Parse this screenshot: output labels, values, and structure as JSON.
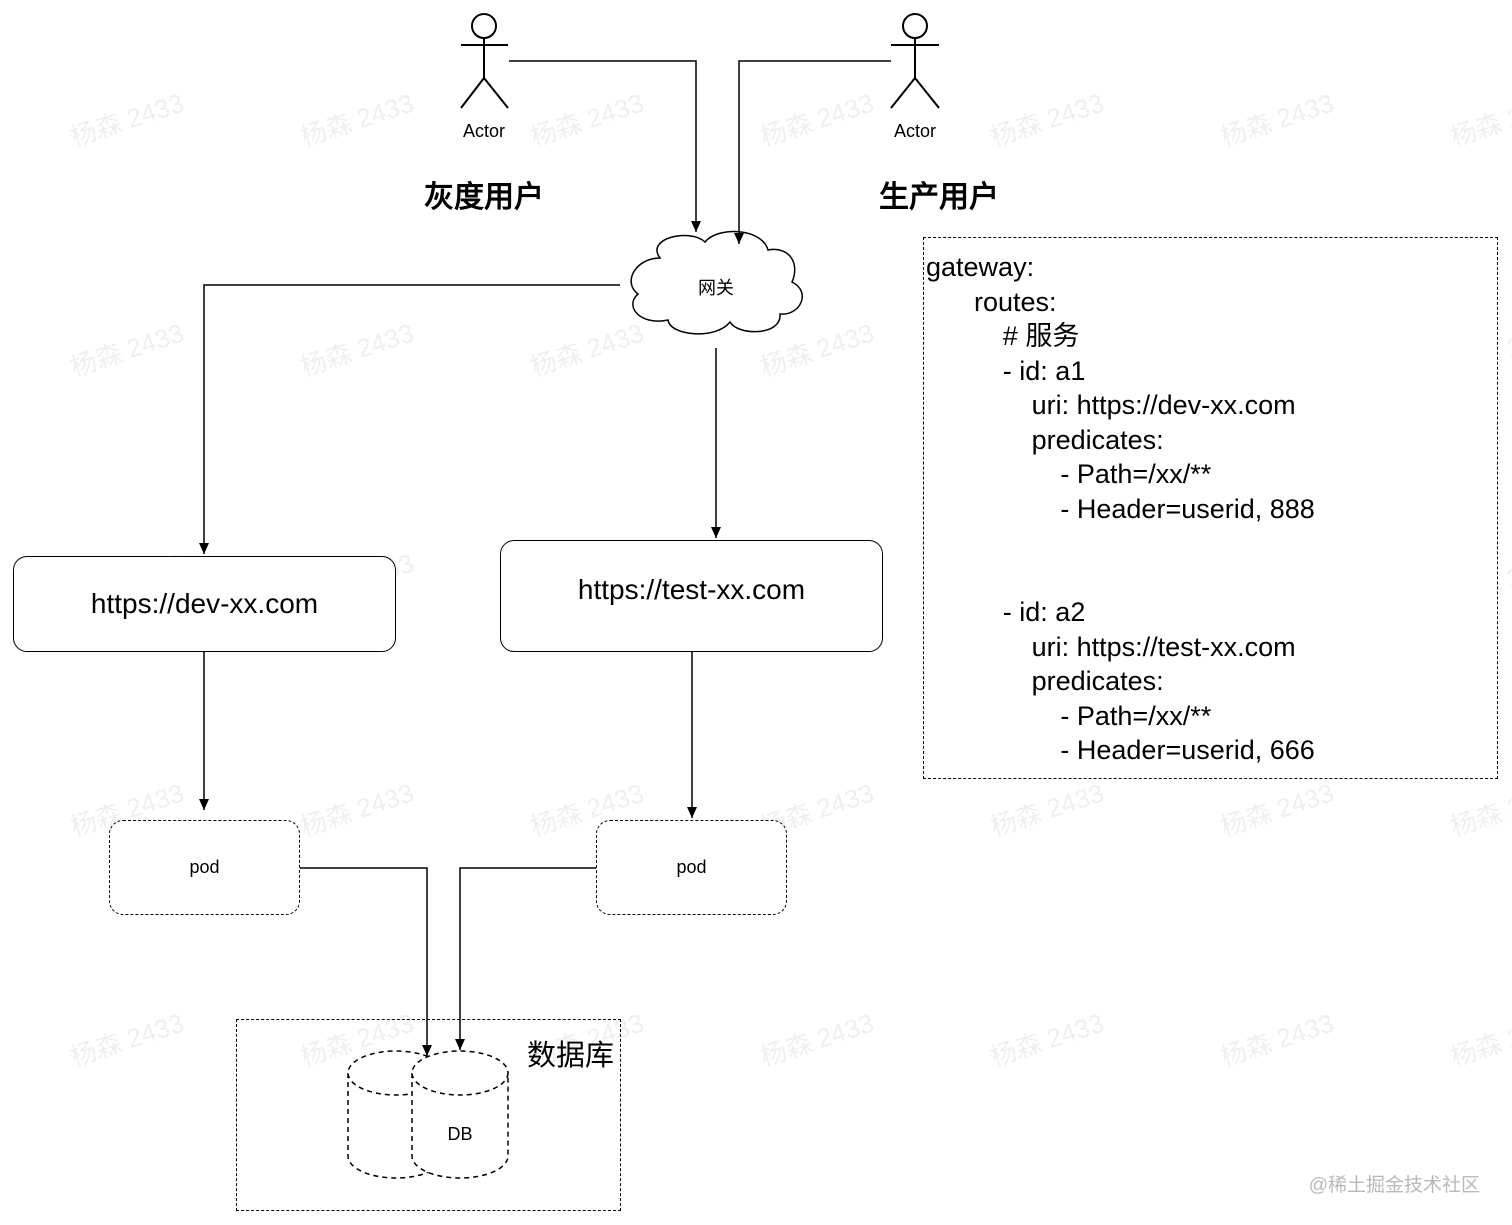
{
  "actors": [
    {
      "label": "Actor",
      "group": "灰度用户"
    },
    {
      "label": "Actor",
      "group": "生产用户"
    }
  ],
  "gateway": {
    "label": "网关"
  },
  "services": [
    {
      "url": "https://dev-xx.com",
      "pod": "pod"
    },
    {
      "url": "https://test-xx.com",
      "pod": "pod"
    }
  ],
  "database": {
    "frame_label": "数据库",
    "cylinder_label": "DB"
  },
  "config": {
    "lines": [
      {
        "indent": 0,
        "text": "gateway:"
      },
      {
        "indent": 4,
        "text": "routes:"
      },
      {
        "indent": 5,
        "text": "# 服务"
      },
      {
        "indent": 5,
        "text": "- id: a1"
      },
      {
        "indent": 6,
        "text": "uri: https://dev-xx.com"
      },
      {
        "indent": 6,
        "text": "predicates:"
      },
      {
        "indent": 7,
        "text": "- Path=/xx/**"
      },
      {
        "indent": 7,
        "text": "- Header=userid, 888"
      },
      {
        "indent": 0,
        "text": ""
      },
      {
        "indent": 0,
        "text": ""
      },
      {
        "indent": 5,
        "text": "- id: a2"
      },
      {
        "indent": 6,
        "text": "uri: https://test-xx.com"
      },
      {
        "indent": 6,
        "text": "predicates:"
      },
      {
        "indent": 7,
        "text": "- Path=/xx/**"
      },
      {
        "indent": 7,
        "text": "- Header=userid, 666"
      }
    ]
  },
  "watermark": {
    "text": "杨森 2433"
  },
  "footer": {
    "credit": "@稀土掘金技术社区"
  }
}
